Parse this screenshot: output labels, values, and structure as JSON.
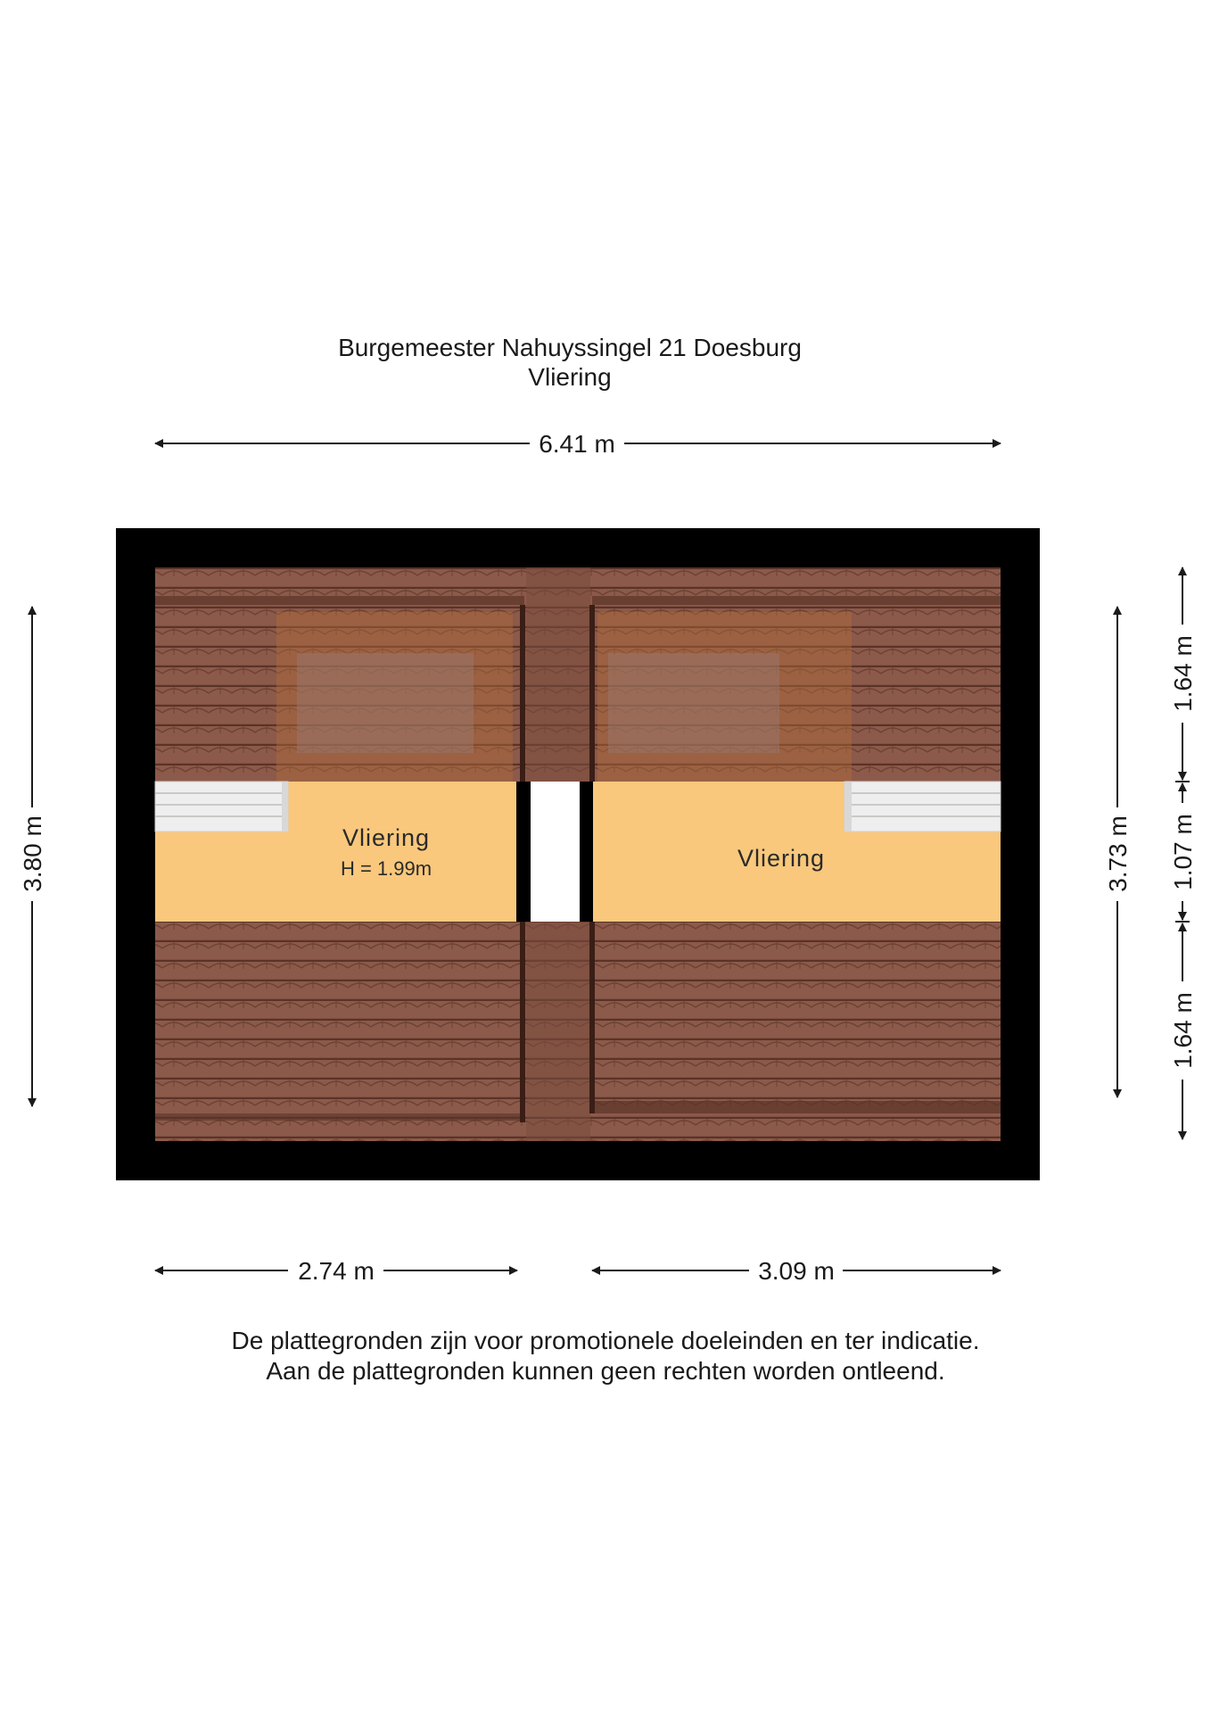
{
  "header": {
    "address": "Burgemeester Nahuyssingel 21 Doesburg",
    "floor": "Vliering"
  },
  "dimensions": {
    "total_width": "6.41 m",
    "left_width": "2.74 m",
    "right_width": "3.09 m",
    "left_height": "3.80 m",
    "right_height": "3.73 m",
    "segment_top": "1.64 m",
    "segment_middle": "1.07 m",
    "segment_bottom": "1.64 m"
  },
  "rooms": [
    {
      "name": "Vliering",
      "height": "H = 1.99m"
    },
    {
      "name": "Vliering",
      "height": ""
    }
  ],
  "disclaimer": {
    "line1": "De plattegronden zijn voor promotionele doeleinden en ter indicatie.",
    "line2": "Aan de plattegronden kunnen geen rechten worden ontleend."
  },
  "colors": {
    "wall": "#000000",
    "floor": "#f9c87c",
    "roof_tile": "#8c5a4a",
    "roof_line": "#5a3328",
    "stair": "#e8e8e8"
  }
}
